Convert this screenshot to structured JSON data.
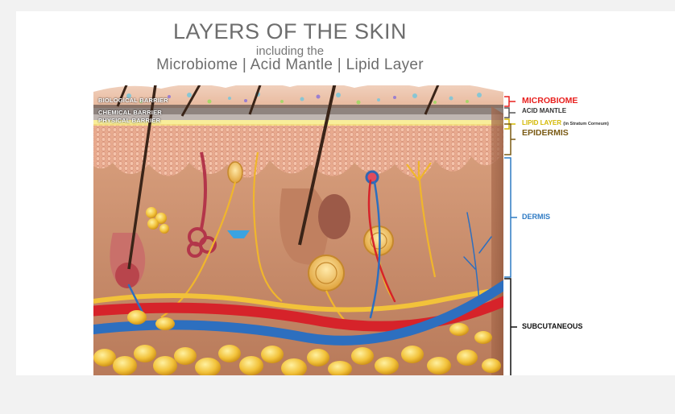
{
  "header": {
    "title": "LAYERS OF THE SKIN",
    "subtitle_line1": "including the",
    "subtitle_line2": "Microbiome | Acid Mantle | Lipid Layer"
  },
  "barriers": {
    "biological": "BIOLOGICAL BARRIER",
    "chemical": "CHEMICAL BARRIER",
    "physical": "PHYSICAL BARRIER"
  },
  "labels": {
    "microbiome": "MICROBIOME",
    "acid_mantle": "ACID MANTLE",
    "lipid_layer": "LIPID LAYER",
    "lipid_note": "(in Stratum Corneum)",
    "epidermis": "EPIDERMIS",
    "dermis": "DERMIS",
    "subcutaneous": "SUBCUTANEOUS"
  },
  "colors": {
    "microbiome": "#e8201e",
    "acid_mantle": "#333333",
    "lipid_layer": "#d4b800",
    "epidermis": "#7a5a14",
    "dermis": "#2f7bc4",
    "subcutaneous": "#111111"
  }
}
